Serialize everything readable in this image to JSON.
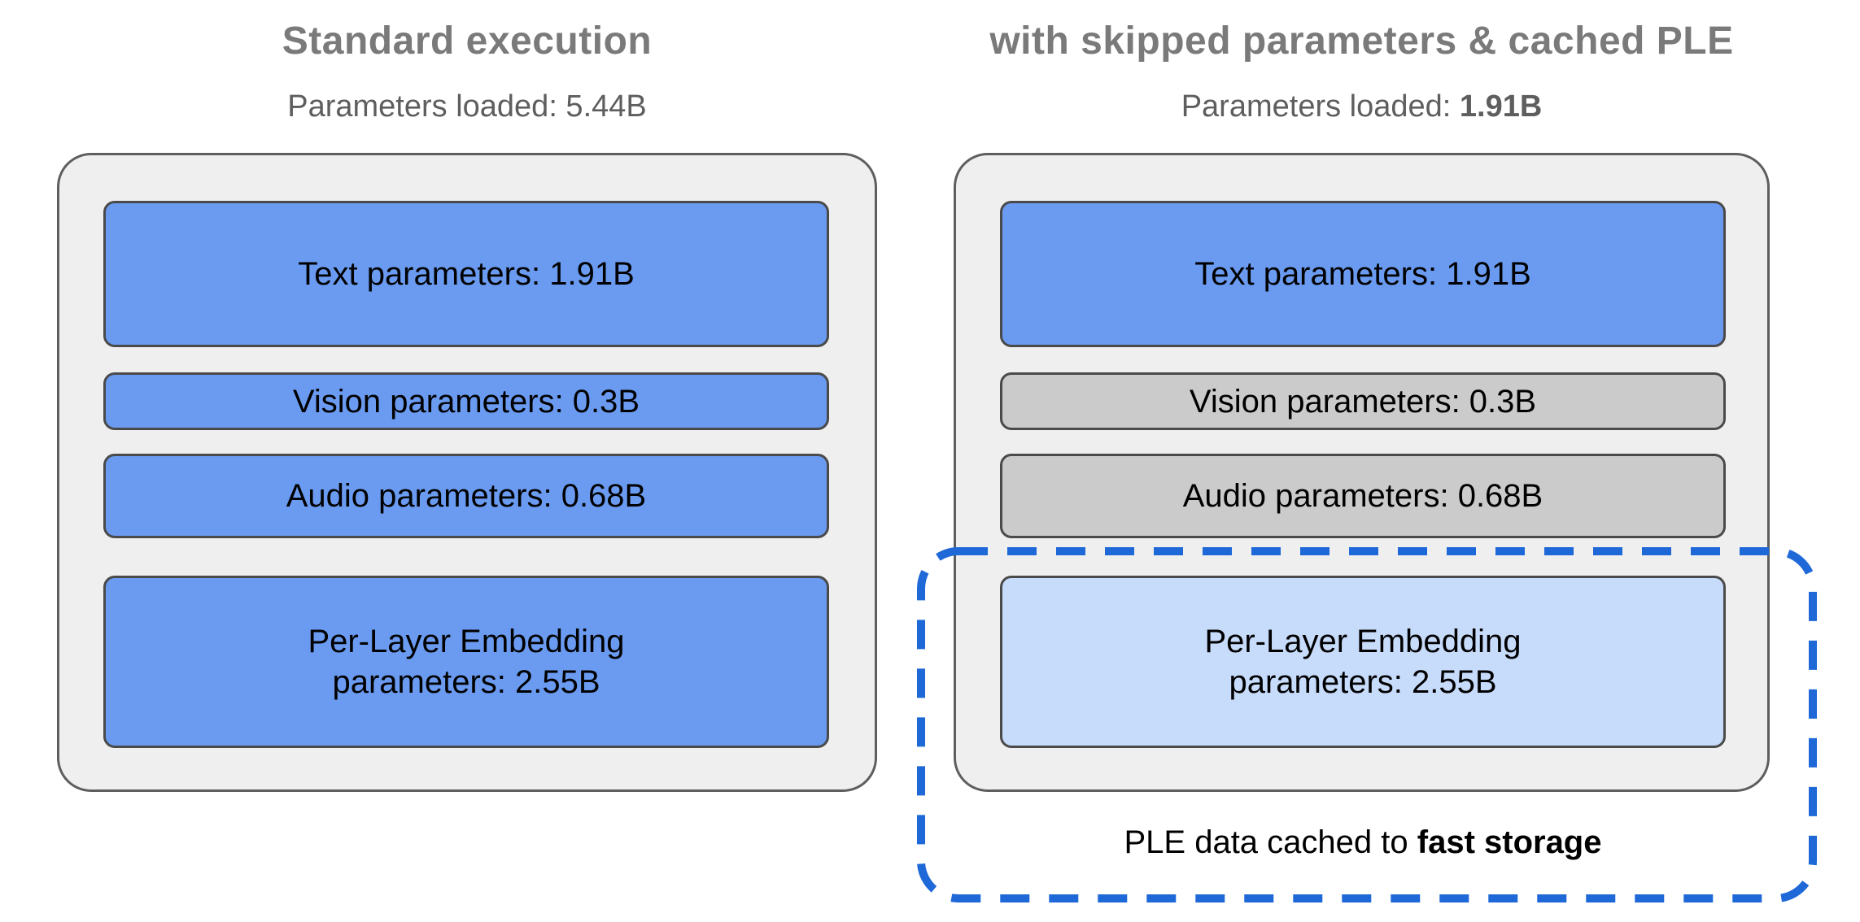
{
  "colors": {
    "blue": "#6A9BF1",
    "light_blue": "#C7DBFB",
    "gray_box": "#CBCBCB",
    "panel_bg": "#EFEFEF",
    "panel_border": "#5E5E5E",
    "box_border": "#4A4A4A",
    "dashed_blue": "#1E68D8",
    "title_gray": "#7A7A7A",
    "subtitle_gray": "#5E5E5E",
    "box_text": "#000000"
  },
  "panels": {
    "left": {
      "title": "Standard execution",
      "subtitle": "Parameters loaded: 5.44B",
      "boxes": [
        {
          "label": "Text parameters: 1.91B",
          "state": "loaded"
        },
        {
          "label": "Vision parameters: 0.3B",
          "state": "loaded"
        },
        {
          "label": "Audio parameters: 0.68B",
          "state": "loaded"
        },
        {
          "label": "Per-Layer Embedding\nparameters: 2.55B",
          "state": "loaded"
        }
      ]
    },
    "right": {
      "title": "with skipped parameters & cached PLE",
      "subtitle_label": "Parameters loaded: ",
      "subtitle_value": "1.91B",
      "boxes": [
        {
          "label": "Text parameters: 1.91B",
          "state": "loaded"
        },
        {
          "label": "Vision parameters: 0.3B",
          "state": "skipped"
        },
        {
          "label": "Audio parameters: 0.68B",
          "state": "skipped"
        },
        {
          "label": "Per-Layer Embedding\nparameters: 2.55B",
          "state": "cached"
        }
      ]
    }
  },
  "caption": {
    "prefix": "PLE data cached to ",
    "bold": "fast storage"
  }
}
